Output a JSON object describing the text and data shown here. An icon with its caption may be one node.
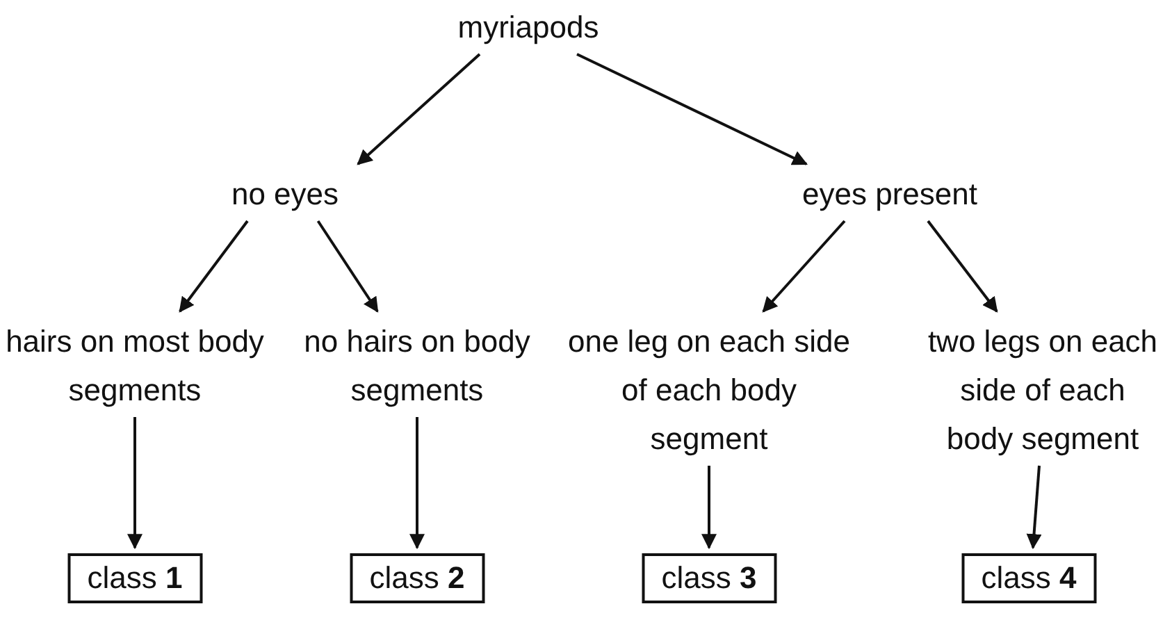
{
  "diagram": {
    "nodes": [
      {
        "text": [
          "myriapods"
        ]
      },
      {
        "text": [
          "no eyes"
        ]
      },
      {
        "text": [
          "eyes present"
        ]
      },
      {
        "text": [
          "hairs on most body segments"
        ]
      },
      {
        "text": [
          "no hairs on body segments"
        ]
      },
      {
        "text": [
          "one leg on each side of each body segment"
        ]
      },
      {
        "text": [
          "two legs on each side of each body segment"
        ]
      },
      {
        "text": [
          "class **1**"
        ]
      },
      {
        "text": [
          "class **2**"
        ]
      },
      {
        "text": [
          "class **3**"
        ]
      },
      {
        "text": [
          "class **4**"
        ]
      }
    ],
    "edges": [
      {
        "from": 0,
        "to": 1,
        "arrow": "to"
      },
      {
        "from": 0,
        "to": 2,
        "arrow": "to"
      },
      {
        "from": 1,
        "to": 3,
        "arrow": "to"
      },
      {
        "from": 1,
        "to": 4,
        "arrow": "to"
      },
      {
        "from": 2,
        "to": 5,
        "arrow": "to"
      },
      {
        "from": 2,
        "to": 6,
        "arrow": "to"
      },
      {
        "from": 3,
        "to": 7,
        "arrow": "to"
      },
      {
        "from": 4,
        "to": 8,
        "arrow": "to"
      },
      {
        "from": 5,
        "to": 9,
        "arrow": "to"
      },
      {
        "from": 6,
        "to": 10,
        "arrow": "to"
      }
    ]
  }
}
